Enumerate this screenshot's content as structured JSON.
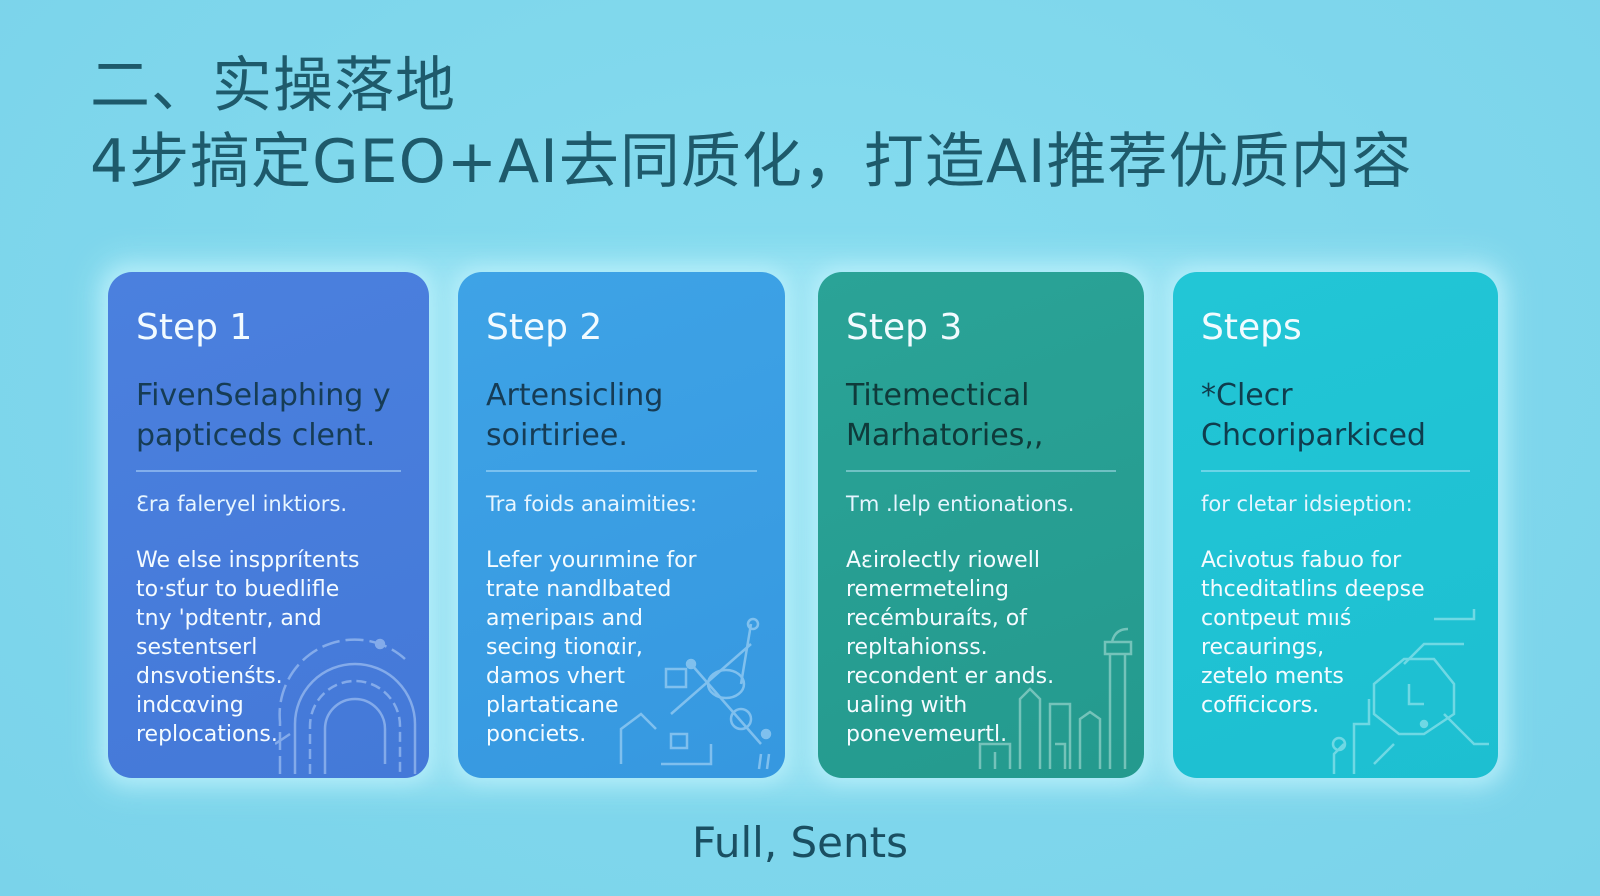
{
  "title": {
    "line1": "二、实操落地",
    "line2": "4步搞定GEO+AI去同质化，打造AI推荐优质内容"
  },
  "colors": {
    "background": "#7fd7ec",
    "title_text": "#1e5a6b",
    "card1": "#4a7fdb",
    "card2": "#3d9fe3",
    "card3": "#27a096",
    "card4": "#1fc3d4"
  },
  "cards": [
    {
      "step": "Step 1",
      "heading": [
        "FivenSelaphing y",
        "papticeds clent."
      ],
      "subtitle": "Ɛra faleryel inktiors.",
      "body": [
        "We else inspprítents",
        "to·sťur to buedlifle",
        "tny 'pdtentr, and",
        "sestentserl",
        "dnsvotienśts.",
        "indcαving",
        "replocations."
      ],
      "icon": "circuit-arc-icon"
    },
    {
      "step": "Step 2",
      "heading": [
        "Artensicling",
        "soirtiriee."
      ],
      "subtitle": "Tra foids anaimities:",
      "body": [
        "Lefer yourımine for",
        "trate nandlbated",
        "aṃeripaıs and",
        "secing tionαir,",
        "damos vhert",
        "plartaticane",
        "ponciets."
      ],
      "icon": "network-nodes-icon"
    },
    {
      "step": "Step 3",
      "heading": [
        "Titemectical",
        "Marhatories,,"
      ],
      "subtitle": "Tm .lelp entionations.",
      "body": [
        "Aεirolectly riowell",
        "remermeteling",
        "recémburaíts, of",
        "repltahionss.",
        "recondent er ands.",
        "ualing with",
        "ponevemeurtl."
      ],
      "icon": "city-buildings-icon"
    },
    {
      "step": "Steps",
      "heading": [
        "*Clecr",
        "Chcoriparkiced"
      ],
      "subtitle": "for cletar idsieption:",
      "body": [
        "Acivotus fabuo for",
        "thceditatlins deepse",
        "contpeut mııś",
        "recaurings,",
        "zetelo ments",
        "cofficicors."
      ],
      "icon": "circuit-path-icon"
    }
  ],
  "footer": {
    "text": "Full, Sents"
  }
}
